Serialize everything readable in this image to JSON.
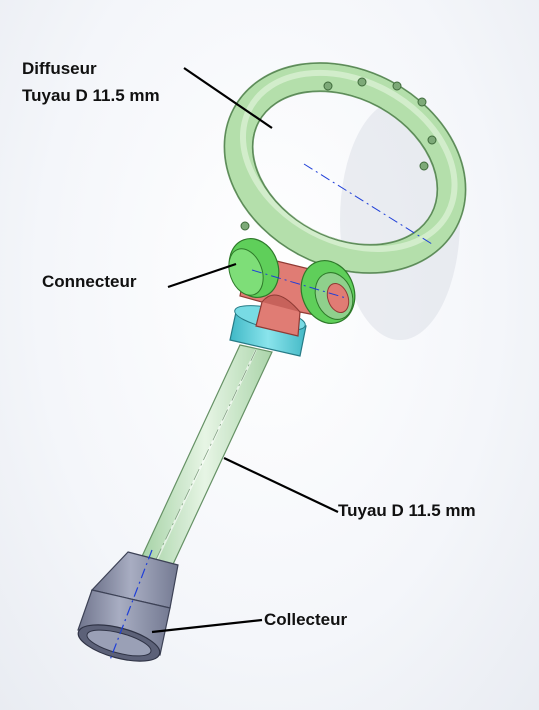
{
  "labels": {
    "diffuseur": "Diffuseur",
    "diffuseur_tuyau": "Tuyau D 11.5 mm",
    "connecteur": "Connecteur",
    "tuyau": "Tuyau D 11.5 mm",
    "collecteur": "Collecteur"
  },
  "colors": {
    "ring": "#a9d9a0",
    "connector_green": "#5fcf5a",
    "connector_red": "#e07c74",
    "connector_cyan": "#5fcfd9",
    "pipe": "#cfe9cf",
    "collector": "#8d92a8",
    "leader_line": "#000000",
    "axis_line": "#1f3fd8"
  }
}
